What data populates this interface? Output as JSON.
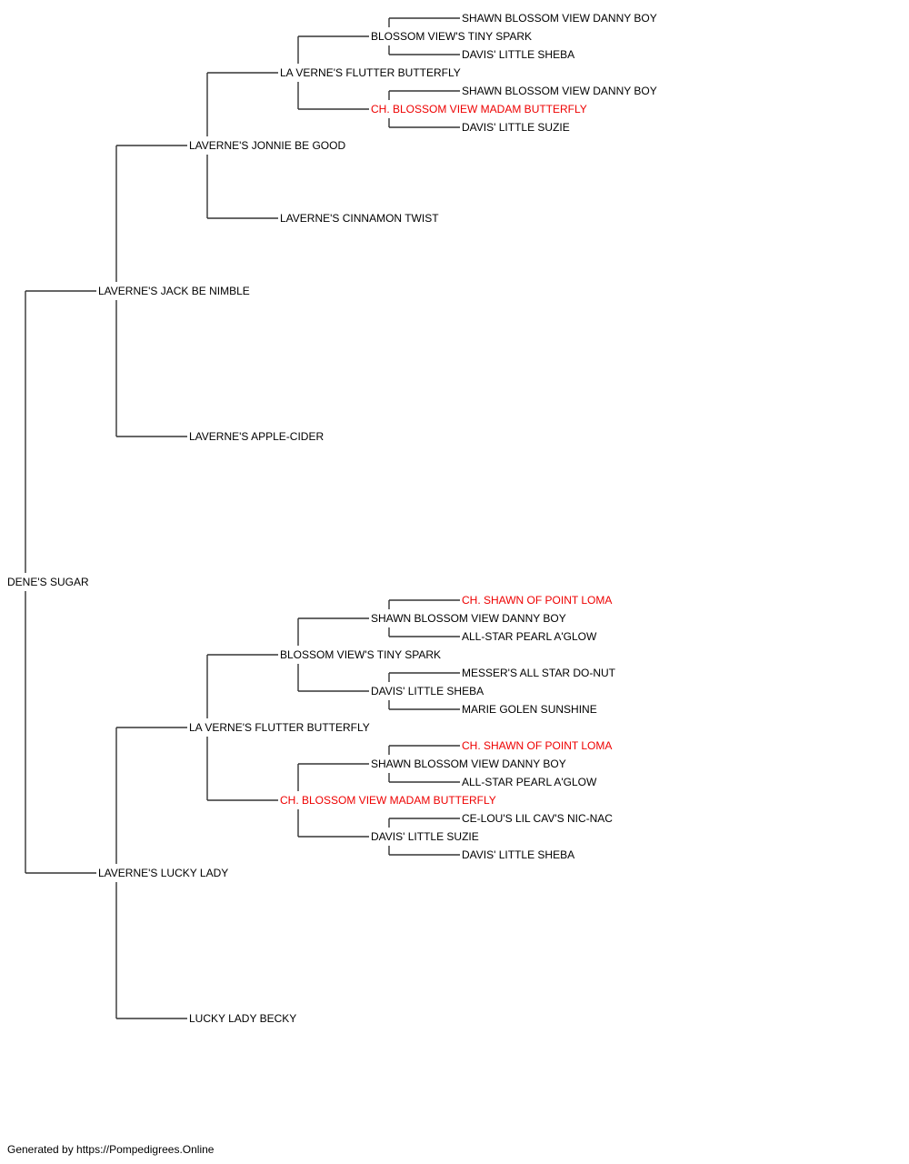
{
  "colors": {
    "normal": "#000000",
    "champion": "#ee0000",
    "line": "#333333"
  },
  "pedigree": {
    "name": "DENE'S SUGAR",
    "champion": false,
    "sire": {
      "name": "LAVERNE'S JACK BE NIMBLE",
      "champion": false,
      "sire": {
        "name": "LAVERNE'S JONNIE BE GOOD",
        "champion": false,
        "sire": {
          "name": "LA VERNE'S FLUTTER BUTTERFLY",
          "champion": false,
          "sire": {
            "name": "BLOSSOM VIEW'S TINY SPARK",
            "champion": false,
            "sire": {
              "name": "SHAWN BLOSSOM VIEW DANNY BOY",
              "champion": false
            },
            "dam": {
              "name": "DAVIS' LITTLE SHEBA",
              "champion": false
            }
          },
          "dam": {
            "name": "CH. BLOSSOM VIEW MADAM BUTTERFLY",
            "champion": true,
            "sire": {
              "name": "SHAWN BLOSSOM VIEW DANNY BOY",
              "champion": false
            },
            "dam": {
              "name": "DAVIS' LITTLE SUZIE",
              "champion": false
            }
          }
        },
        "dam": {
          "name": "LAVERNE'S CINNAMON TWIST",
          "champion": false
        }
      },
      "dam": {
        "name": "LAVERNE'S APPLE-CIDER",
        "champion": false
      }
    },
    "dam": {
      "name": "LAVERNE'S LUCKY LADY",
      "champion": false,
      "sire": {
        "name": "LA VERNE'S FLUTTER BUTTERFLY",
        "champion": false,
        "sire": {
          "name": "BLOSSOM VIEW'S TINY SPARK",
          "champion": false,
          "sire": {
            "name": "SHAWN BLOSSOM VIEW DANNY BOY",
            "champion": false,
            "sire": {
              "name": "CH. SHAWN OF POINT LOMA",
              "champion": true
            },
            "dam": {
              "name": "ALL-STAR PEARL A'GLOW",
              "champion": false
            }
          },
          "dam": {
            "name": "DAVIS' LITTLE SHEBA",
            "champion": false,
            "sire": {
              "name": "MESSER'S ALL STAR DO-NUT",
              "champion": false
            },
            "dam": {
              "name": "MARIE GOLEN SUNSHINE",
              "champion": false
            }
          }
        },
        "dam": {
          "name": "CH. BLOSSOM VIEW MADAM BUTTERFLY",
          "champion": true,
          "sire": {
            "name": "SHAWN BLOSSOM VIEW DANNY BOY",
            "champion": false,
            "sire": {
              "name": "CH. SHAWN OF POINT LOMA",
              "champion": true
            },
            "dam": {
              "name": "ALL-STAR PEARL A'GLOW",
              "champion": false
            }
          },
          "dam": {
            "name": "DAVIS' LITTLE SUZIE",
            "champion": false,
            "sire": {
              "name": "CE-LOU'S LIL CAV'S NIC-NAC",
              "champion": false
            },
            "dam": {
              "name": "DAVIS' LITTLE SHEBA",
              "champion": false
            }
          }
        }
      },
      "dam": {
        "name": "LUCKY LADY BECKY",
        "champion": false
      }
    }
  },
  "footer": "Generated by https://Pompedigrees.Online"
}
